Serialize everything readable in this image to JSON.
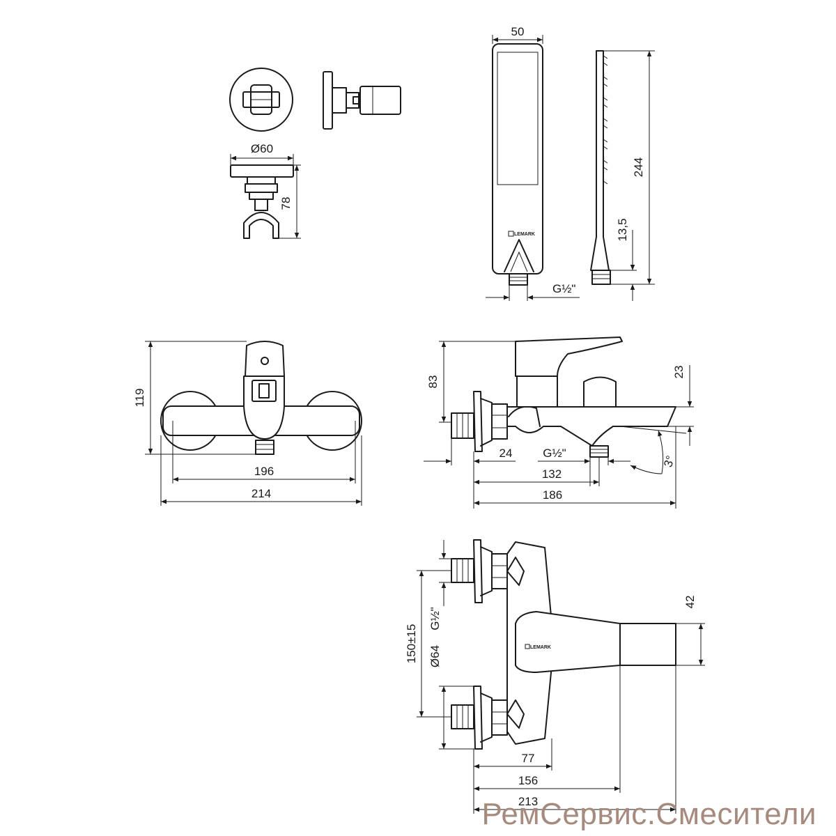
{
  "holder": {
    "diameter": "Ø60",
    "height": "78"
  },
  "hand_shower": {
    "width": "50",
    "length": "244",
    "thickness": "13,5",
    "thread": "G½\"",
    "brand": "LEMARK"
  },
  "front_view": {
    "height": "119",
    "center_spacing": "196",
    "total_width": "214"
  },
  "side_view": {
    "body_height": "83",
    "spout_height": "23",
    "inlet_offset": "24",
    "outlet_thread": "G½\"",
    "outlet_distance": "132",
    "total_depth": "186",
    "spout_angle": "3°"
  },
  "top_view": {
    "centers": "150±15",
    "inlet_thread": "G½\"",
    "flange": "Ø64",
    "spout_width": "42",
    "handle_depth": "77",
    "spout_start": "156",
    "total_depth": "213",
    "brand": "LEMARK"
  },
  "watermark": "РемСервис.Смесители"
}
